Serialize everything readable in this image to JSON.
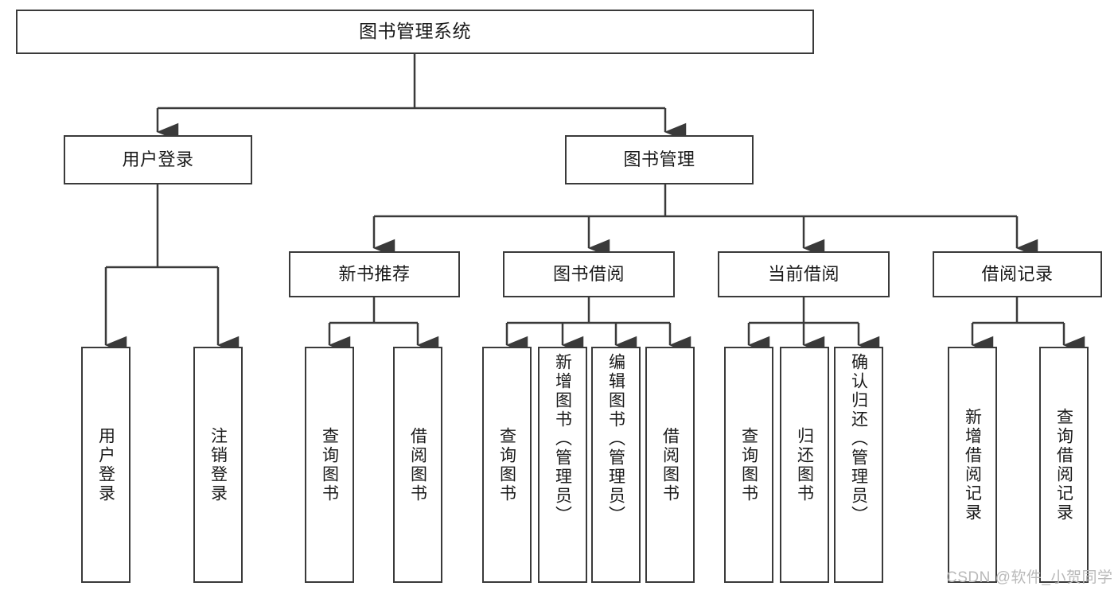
{
  "diagram": {
    "type": "tree-hierarchy-chart",
    "title": "图书管理系统",
    "style": {
      "box_border_color": "#3a3a3a",
      "box_fill_color": "#ffffff",
      "line_color": "#3a3a3a",
      "text_color": "#1a1a1a",
      "background": "#ffffff",
      "watermark_color": "#b9b9b9"
    },
    "nodes": {
      "root": {
        "label": "图书管理系统",
        "level": 1,
        "orientation": "horizontal"
      },
      "level2": [
        {
          "id": "user-login",
          "label": "用户登录",
          "orientation": "horizontal"
        },
        {
          "id": "book-management",
          "label": "图书管理",
          "orientation": "horizontal"
        }
      ],
      "level3": [
        {
          "id": "new-book-recommend",
          "label": "新书推荐",
          "parent": "book-management",
          "orientation": "horizontal"
        },
        {
          "id": "book-borrow",
          "label": "图书借阅",
          "parent": "book-management",
          "orientation": "horizontal"
        },
        {
          "id": "current-borrow",
          "label": "当前借阅",
          "parent": "book-management",
          "orientation": "horizontal"
        },
        {
          "id": "borrow-record",
          "label": "借阅记录",
          "parent": "book-management",
          "orientation": "horizontal"
        }
      ],
      "leaves": [
        {
          "id": "leaf-user-login",
          "label": "用户登录",
          "parent": "user-login",
          "orientation": "vertical"
        },
        {
          "id": "leaf-logout-login",
          "label": "注销登录",
          "parent": "user-login",
          "orientation": "vertical"
        },
        {
          "id": "leaf-query-book-1",
          "label": "查询图书",
          "parent": "new-book-recommend",
          "orientation": "vertical"
        },
        {
          "id": "leaf-borrow-book-1",
          "label": "借阅图书",
          "parent": "new-book-recommend",
          "orientation": "vertical"
        },
        {
          "id": "leaf-query-book-2",
          "label": "查询图书",
          "parent": "book-borrow",
          "orientation": "vertical"
        },
        {
          "id": "leaf-add-book",
          "label": "新增图书（管理员）",
          "parent": "book-borrow",
          "orientation": "vertical"
        },
        {
          "id": "leaf-edit-book",
          "label": "编辑图书（管理员）",
          "parent": "book-borrow",
          "orientation": "vertical"
        },
        {
          "id": "leaf-borrow-book-2",
          "label": "借阅图书",
          "parent": "book-borrow",
          "orientation": "vertical"
        },
        {
          "id": "leaf-query-book-3",
          "label": "查询图书",
          "parent": "current-borrow",
          "orientation": "vertical"
        },
        {
          "id": "leaf-return-book",
          "label": "归还图书",
          "parent": "current-borrow",
          "orientation": "vertical"
        },
        {
          "id": "leaf-confirm-return",
          "label": "确认归还（管理员）",
          "parent": "current-borrow",
          "orientation": "vertical"
        },
        {
          "id": "leaf-add-record",
          "label": "新增借阅记录",
          "parent": "borrow-record",
          "orientation": "vertical"
        },
        {
          "id": "leaf-query-record",
          "label": "查询借阅记录",
          "parent": "borrow-record",
          "orientation": "vertical"
        }
      ]
    },
    "watermark": "CSDN @软件_小贺同学"
  }
}
